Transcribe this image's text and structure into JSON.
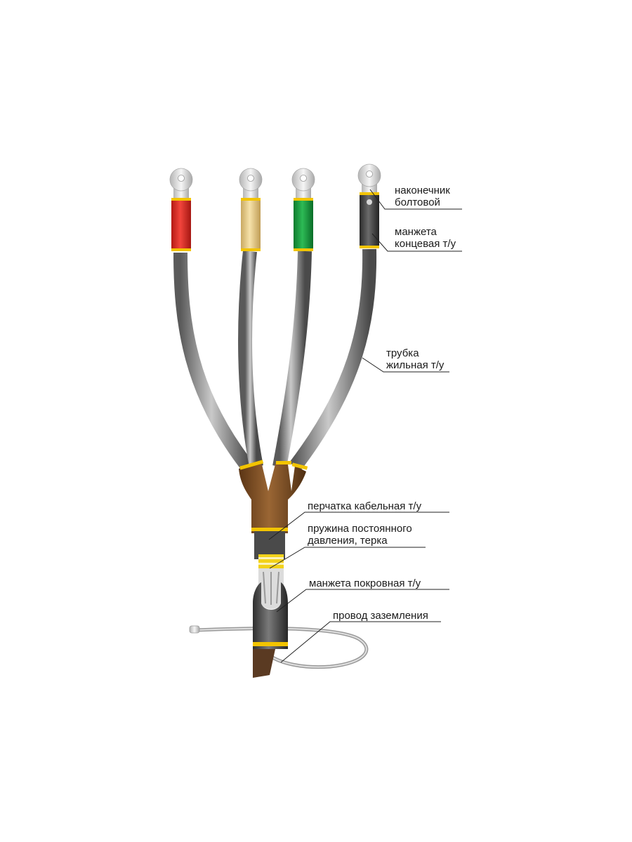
{
  "labels": {
    "lug": [
      "наконечник",
      "болтовой"
    ],
    "end_cap": [
      "манжета",
      "концевая т/у"
    ],
    "core_tube": [
      "трубка",
      "жильная т/у"
    ],
    "glove": [
      "перчатка кабельная т/у"
    ],
    "spring": [
      "пружина постоянного",
      "давления, терка"
    ],
    "cover_sleeve": [
      "манжета покровная т/у"
    ],
    "ground_wire": [
      "провод заземления"
    ]
  },
  "colors": {
    "core_red": "#e32a22",
    "core_beige": "#ead08f",
    "core_green": "#149c3c",
    "core_black": "#3b3b3b",
    "glove_brown": "#7a4b22",
    "band_yellow": "#f2c400",
    "tube_gray": "#808080",
    "lug_silver": "#dcdcdc"
  }
}
